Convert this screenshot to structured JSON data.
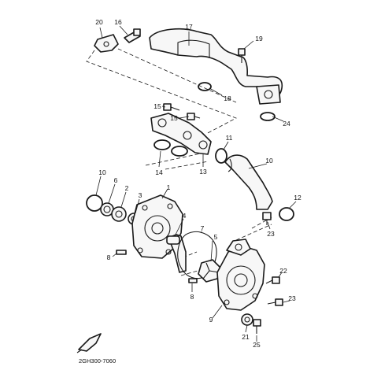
{
  "diagram": {
    "catalog_code": "2GH300-7060",
    "callouts": [
      "1",
      "2",
      "3",
      "4",
      "5",
      "6",
      "7",
      "8",
      "8",
      "9",
      "10",
      "10",
      "11",
      "12",
      "13",
      "14",
      "15",
      "15",
      "16",
      "17",
      "18",
      "19",
      "20",
      "21",
      "22",
      "23",
      "23",
      "24",
      "25"
    ]
  }
}
